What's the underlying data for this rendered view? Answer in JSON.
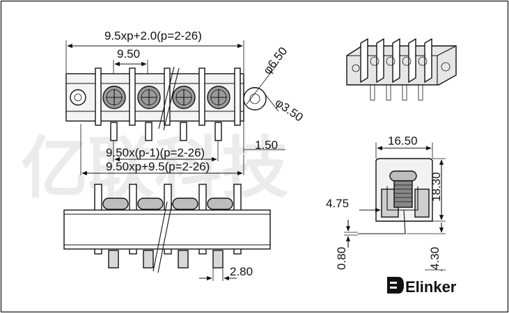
{
  "drawing": {
    "dims": {
      "overall_length": "9.5xp+2.0(p=2-26)",
      "pitch": "9.50",
      "hole_outer_dia": "φ6.50",
      "hole_inner_dia": "φ3.50",
      "pin_span": "9.50x(p-1)(p=2-26)",
      "pin_offset": "1.50",
      "base_length": "9.50xp+9.5(p=2-26)",
      "pin_width": "2.80",
      "side_width": "16.50",
      "side_height": "18.30",
      "side_offset": "4.75",
      "pin_thickness": "0.80",
      "pin_length": "4.30"
    },
    "brand": {
      "logo": "Elinker",
      "color": "#111111"
    },
    "watermark": "亿联科技",
    "colors": {
      "line": "#111111",
      "part_fill": "#cfcfcf",
      "dark_fill": "#555555",
      "watermark": "#e9e9e9"
    }
  }
}
